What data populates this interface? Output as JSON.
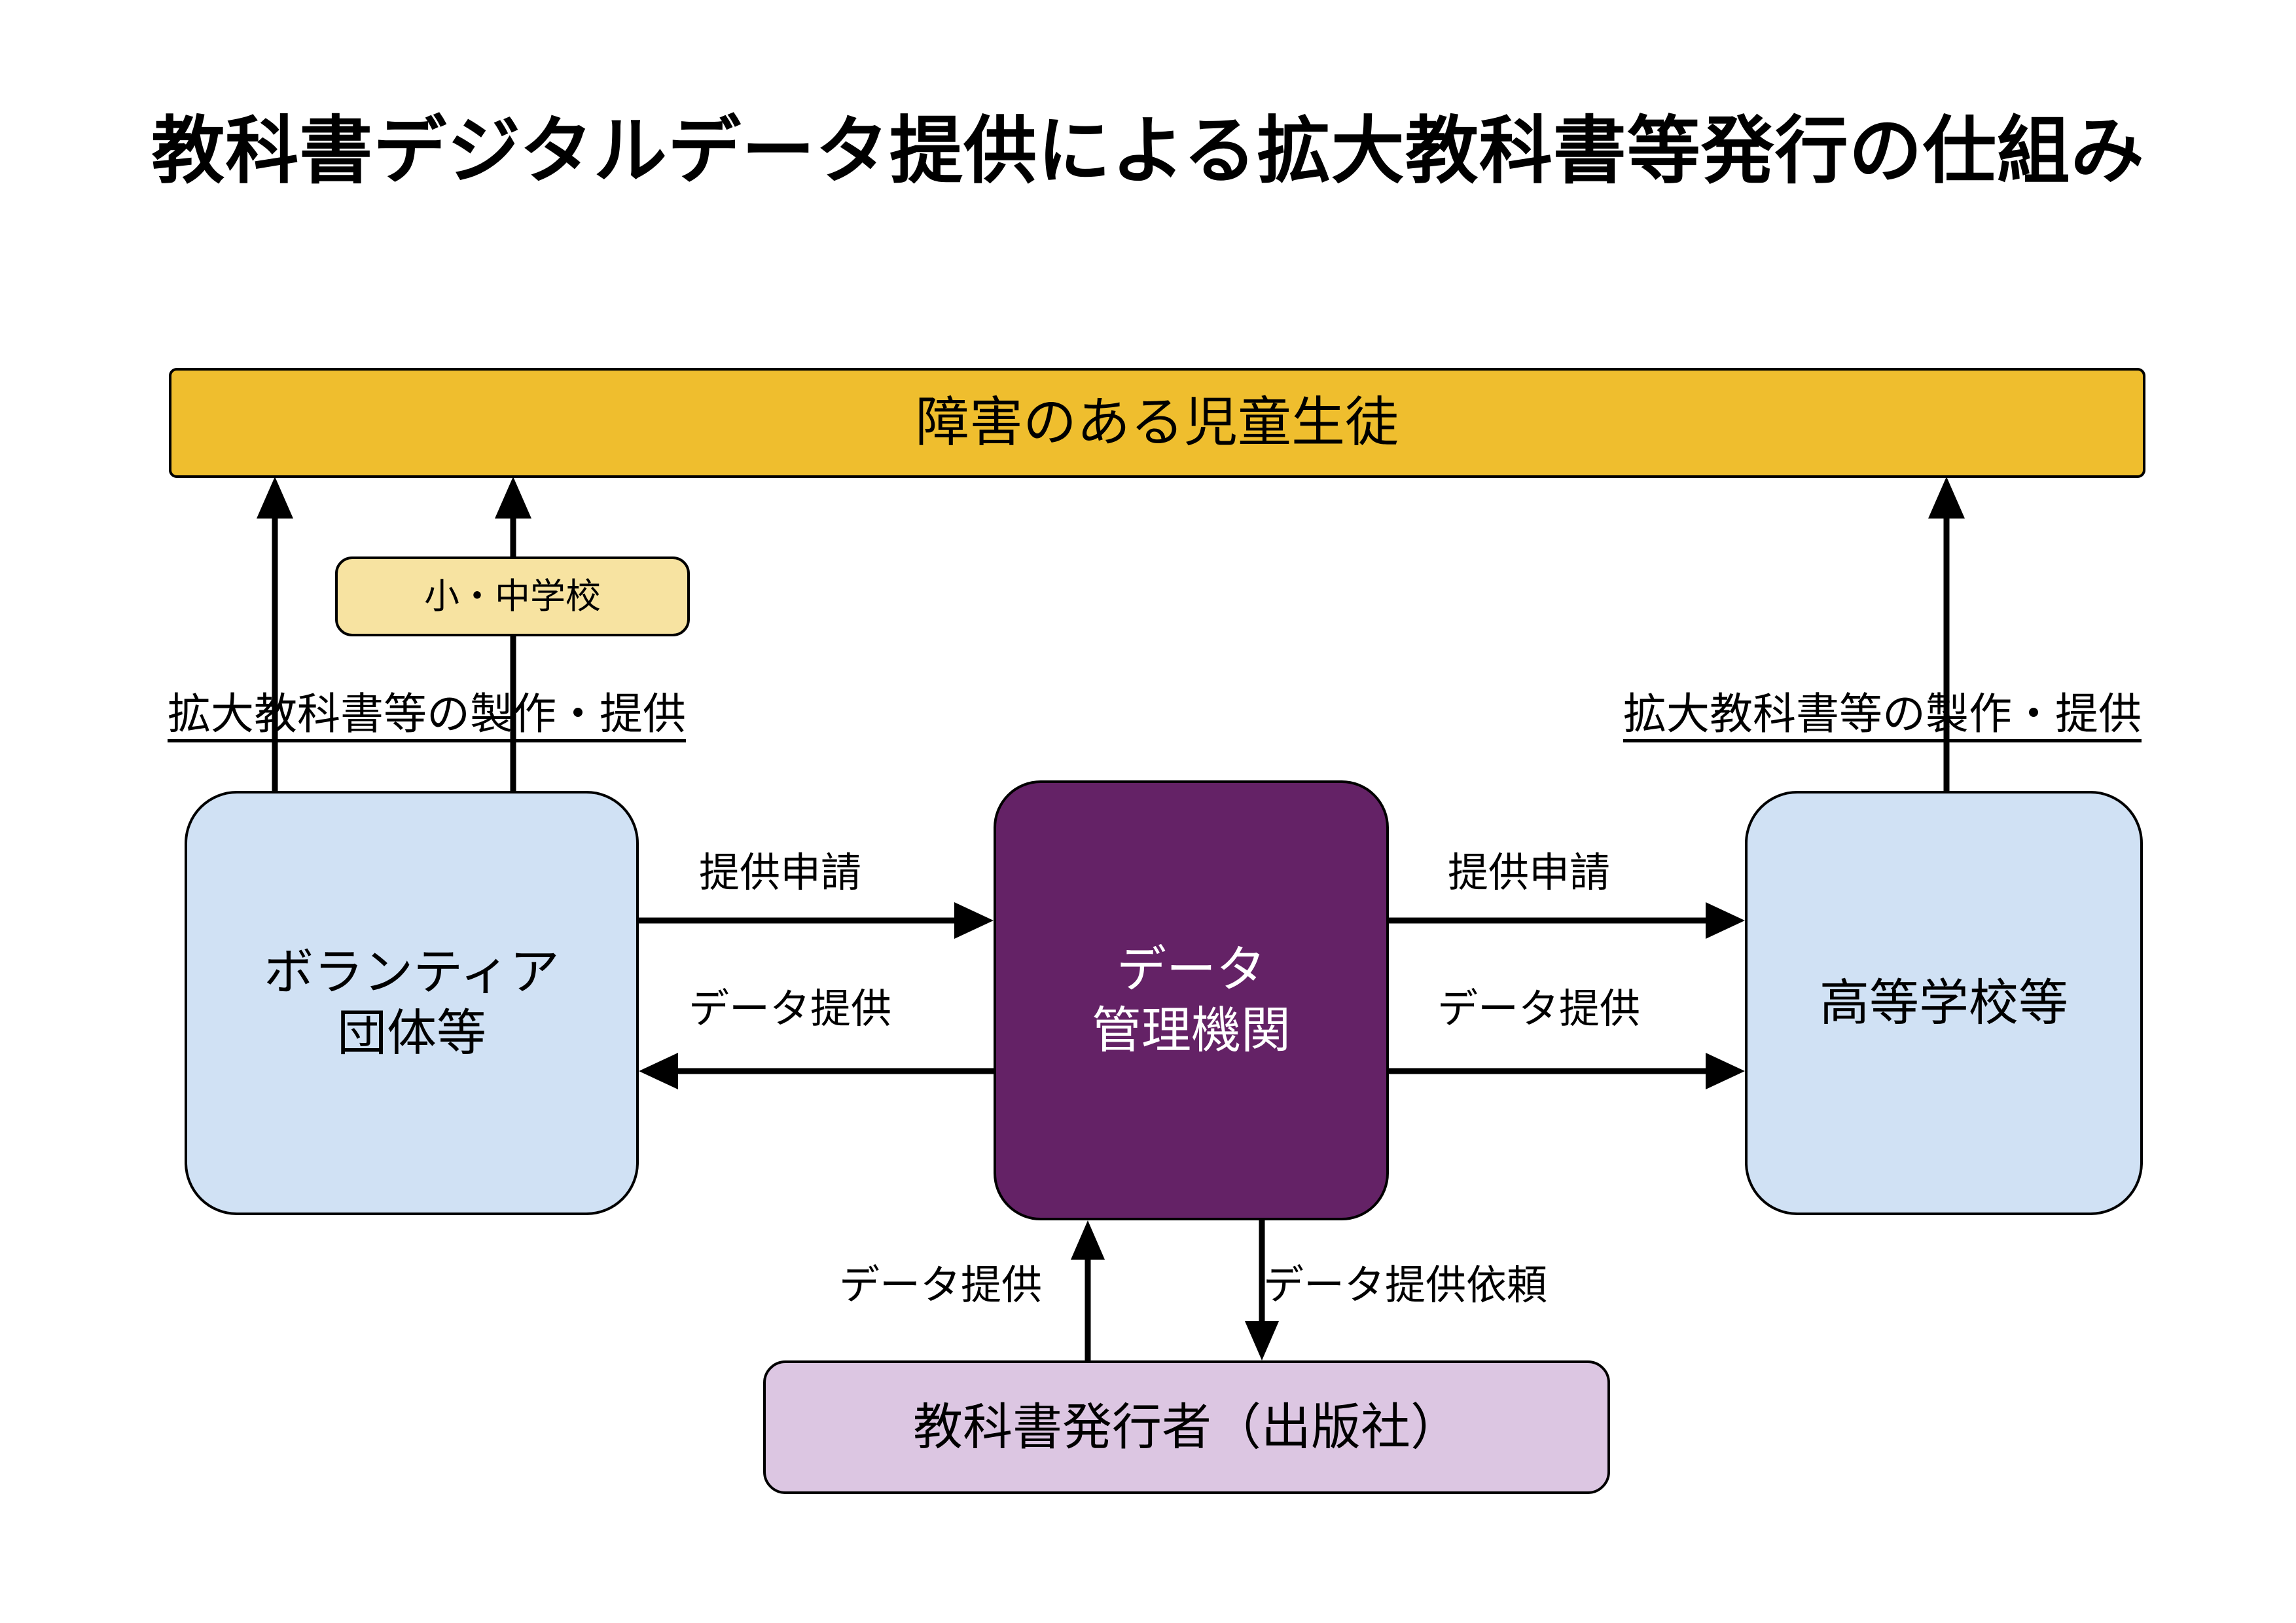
{
  "title": "教科書デジタルデータ提供による拡大教科書等発行の仕組み",
  "nodes": {
    "students": "障害のある児童生徒",
    "elementary_jhs": "小・中学校",
    "volunteer_line1": "ボランティア",
    "volunteer_line2": "団体等",
    "data_org_line1": "データ",
    "data_org_line2": "管理機関",
    "high_school": "高等学校等",
    "publisher": "教科書発行者（出版社）"
  },
  "edges": {
    "make_provide_left": "拡大教科書等の製作・提供",
    "make_provide_right": "拡大教科書等の製作・提供",
    "apply_left": "提供申請",
    "provide_left": "データ提供",
    "apply_right": "提供申請",
    "provide_right": "データ提供",
    "provide_publisher": "データ提供",
    "request_publisher": "データ提供依頼"
  },
  "colors": {
    "banner_orange": "#EFBE2E",
    "beige": "#F7E3A1",
    "light_blue": "#D0E1F4",
    "dark_purple": "#642266",
    "light_purple": "#DCC6E2",
    "outline": "#000000",
    "page_background": "#FFFFFF"
  }
}
